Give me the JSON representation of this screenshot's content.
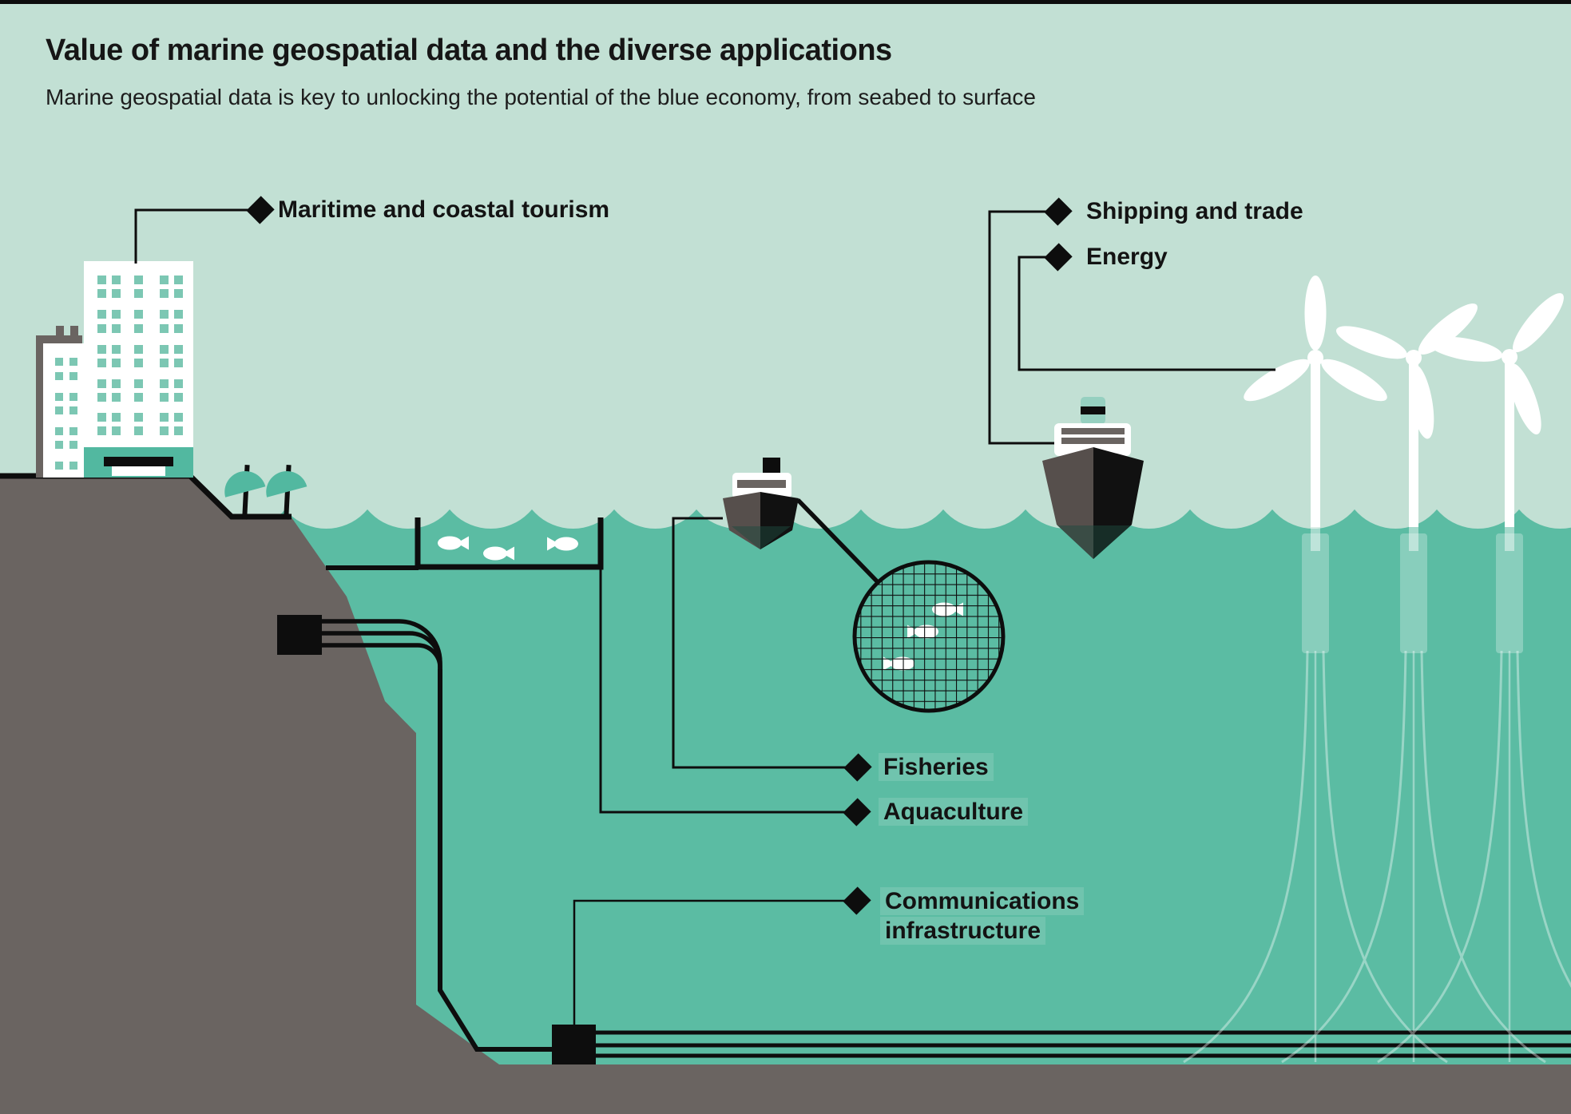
{
  "header": {
    "title": "Value of marine geospatial data and the diverse applications",
    "subtitle": "Marine geospatial data is key to unlocking the potential of the blue economy, from seabed to surface"
  },
  "labels": {
    "maritime": "Maritime and coastal tourism",
    "shipping": "Shipping and trade",
    "energy": "Energy",
    "fisheries": "Fisheries",
    "aquaculture": "Aquaculture",
    "communications_line1": "Communications",
    "communications_line2": "infrastructure"
  },
  "icons": {
    "label_bullet": "diamond"
  },
  "colors": {
    "sky": "#c2e0d4",
    "sea": "#5bbca3",
    "terrain": "#6a6461",
    "ink": "#0d0d0d",
    "accent_teal": "#52b8a0",
    "window_teal": "#7cc7b3",
    "funnel_mint": "#96d0c0",
    "hull_gray": "#564f4c",
    "white": "#ffffff"
  }
}
